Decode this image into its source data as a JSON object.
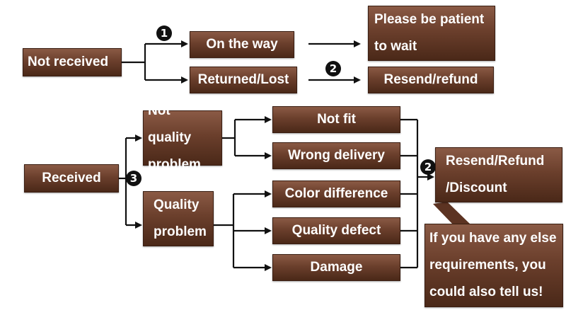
{
  "nodes": {
    "not_received": "Not received",
    "on_the_way": "On the way",
    "please_wait_line1": "Please be patient",
    "please_wait_line2": "to wait",
    "returned_lost": "Returned/Lost",
    "resend_refund": "Resend/refund",
    "received": "Received",
    "not_quality_line1": "Not quality",
    "not_quality_line2": "problem",
    "not_fit": "Not fit",
    "wrong_delivery": "Wrong delivery",
    "quality_line1": "Quality",
    "quality_line2": "problem",
    "color_difference": "Color difference",
    "quality_defect": "Quality defect",
    "damage": "Damage",
    "resend_refund_discount_line1": "Resend/Refund",
    "resend_refund_discount_line2": "/Discount",
    "note_line1": "If you have any else",
    "note_line2": "requirements, you",
    "note_line3": "could also tell us!"
  },
  "badges": {
    "b1": "1",
    "b2_top": "2",
    "b3": "3",
    "b2_right": "2"
  },
  "colors": {
    "box_top": "#8a5a45",
    "box_bottom": "#4a2818",
    "line": "#111111",
    "text": "#ffffff"
  }
}
